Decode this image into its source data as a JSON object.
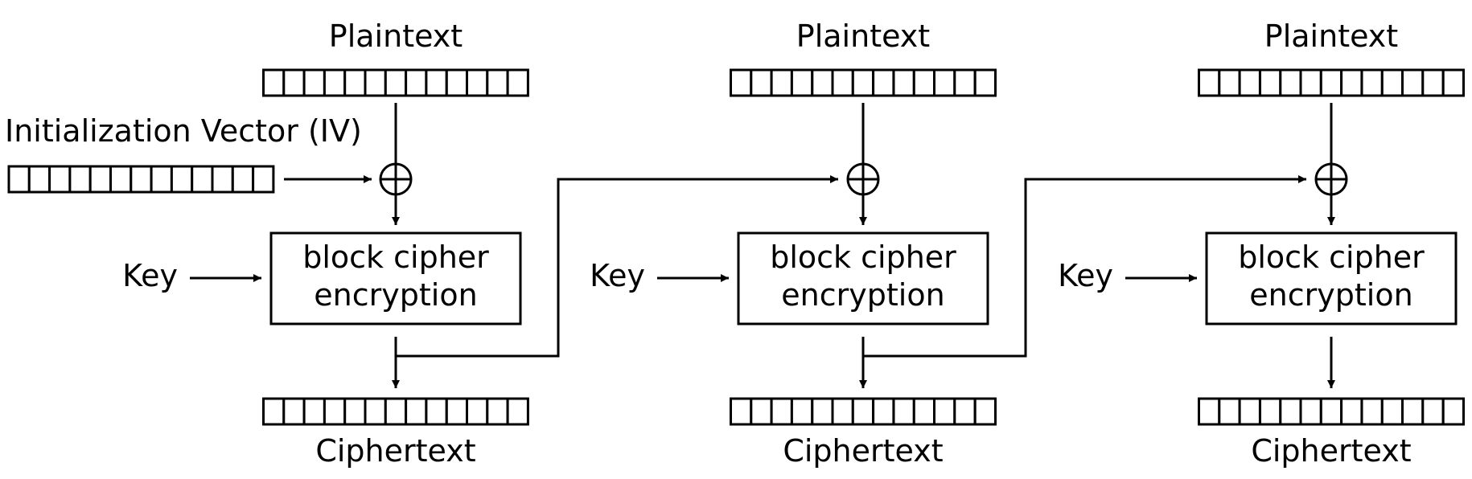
{
  "iv_label": "Initialization Vector (IV)",
  "blocks": [
    {
      "plaintext_label": "Plaintext",
      "key_label": "Key",
      "cipher_line1": "block cipher",
      "cipher_line2": "encryption",
      "ciphertext_label": "Ciphertext"
    },
    {
      "plaintext_label": "Plaintext",
      "key_label": "Key",
      "cipher_line1": "block cipher",
      "cipher_line2": "encryption",
      "ciphertext_label": "Ciphertext"
    },
    {
      "plaintext_label": "Plaintext",
      "key_label": "Key",
      "cipher_line1": "block cipher",
      "cipher_line2": "encryption",
      "ciphertext_label": "Ciphertext"
    }
  ]
}
